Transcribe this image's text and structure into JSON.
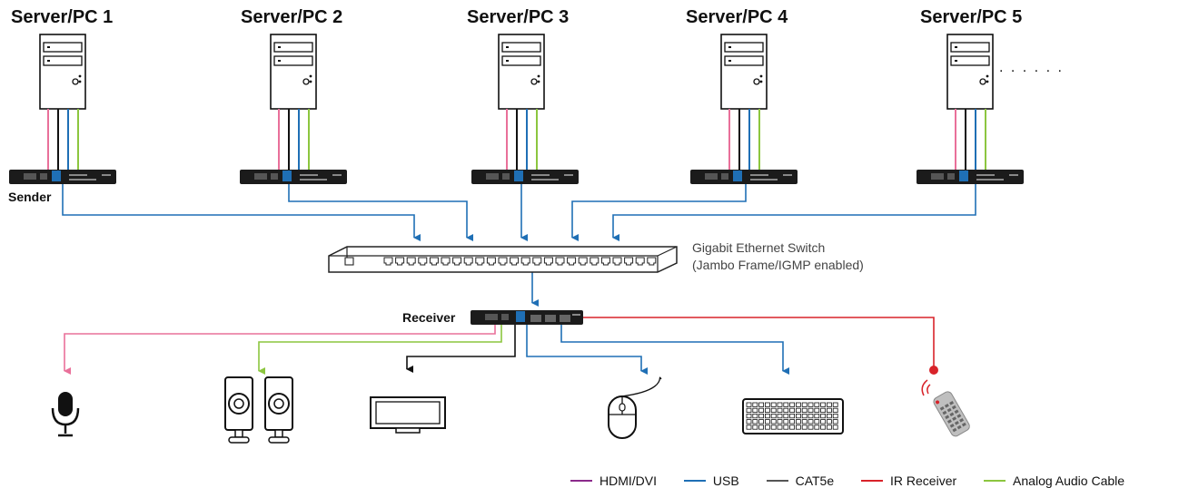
{
  "servers": [
    {
      "label": "Server/PC 1"
    },
    {
      "label": "Server/PC 2"
    },
    {
      "label": "Server/PC 3"
    },
    {
      "label": "Server/PC 4"
    },
    {
      "label": "Server/PC 5"
    }
  ],
  "more_indicator": ". . . . . .",
  "sender_label": "Sender",
  "receiver_label": "Receiver",
  "switch": {
    "line1": "Gigabit Ethernet Switch",
    "line2": "(Jambo Frame/IGMP enabled)"
  },
  "legend": [
    {
      "label": "HDMI/DVI",
      "color": "#8b2a8b"
    },
    {
      "label": "USB",
      "color": "#1f6fb5"
    },
    {
      "label": "CAT5e",
      "color": "#555555"
    },
    {
      "label": "IR Receiver",
      "color": "#d8232a"
    },
    {
      "label": "Analog Audio Cable",
      "color": "#8cc63f"
    }
  ],
  "colors": {
    "hdmi": "#e9709a",
    "usb": "#1f6fb5",
    "cat5e": "#111111",
    "ir": "#d8232a",
    "audio": "#8cc63f"
  },
  "devices": [
    {
      "name": "microphone-icon"
    },
    {
      "name": "speakers-icon"
    },
    {
      "name": "monitor-icon"
    },
    {
      "name": "mouse-icon"
    },
    {
      "name": "keyboard-icon"
    },
    {
      "name": "remote-control-icon"
    }
  ]
}
